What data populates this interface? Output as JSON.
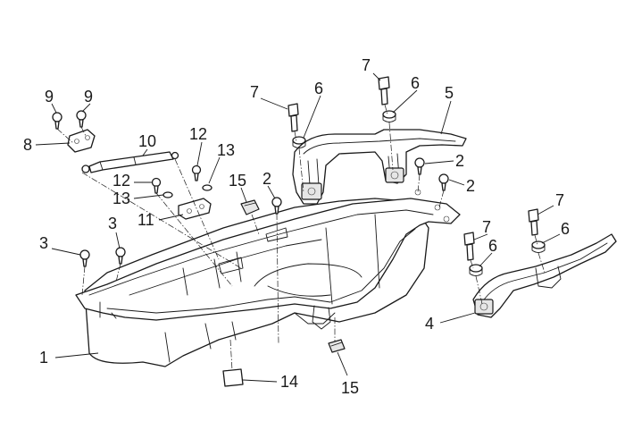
{
  "callouts": {
    "c1": "1",
    "c2a": "2",
    "c2b": "2",
    "c2c": "2",
    "c3a": "3",
    "c3b": "3",
    "c4": "4",
    "c5": "5",
    "c6a": "6",
    "c6b": "6",
    "c6c": "6",
    "c6d": "6",
    "c7a": "7",
    "c7b": "7",
    "c7c": "7",
    "c7d": "7",
    "c8": "8",
    "c9a": "9",
    "c9b": "9",
    "c10": "10",
    "c11": "11",
    "c12a": "12",
    "c12b": "12",
    "c13a": "13",
    "c13b": "13",
    "c14": "14",
    "c15a": "15",
    "c15b": "15"
  }
}
